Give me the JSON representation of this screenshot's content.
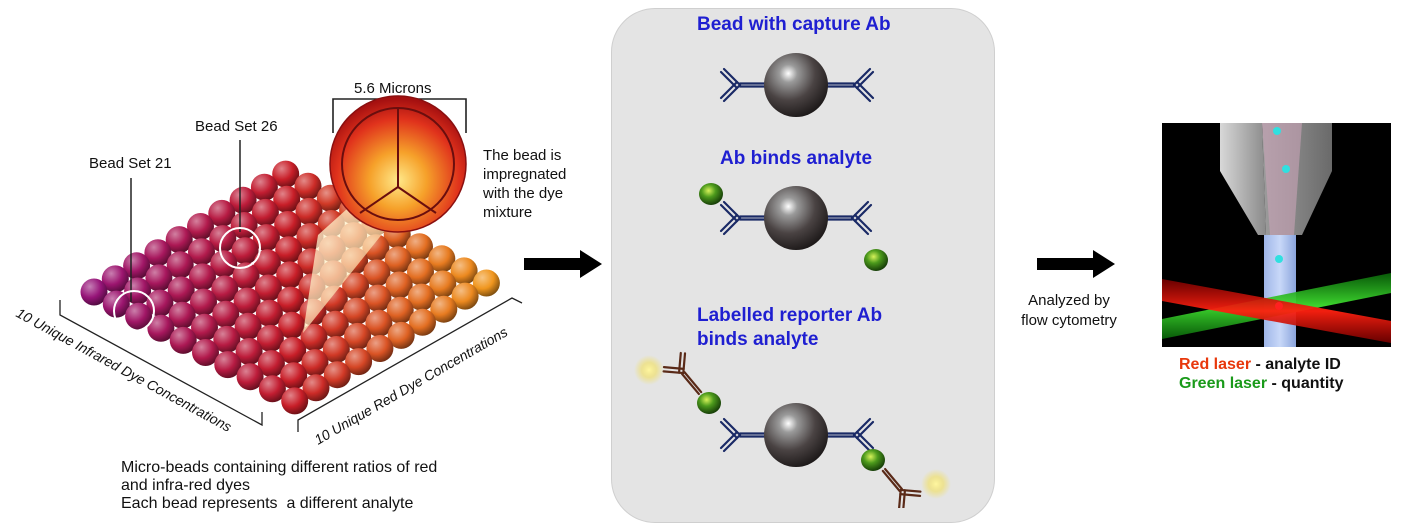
{
  "bead_array": {
    "label_bead_set_21": "Bead Set 21",
    "label_bead_set_26": "Bead Set 26",
    "label_size": "5.6 Microns",
    "impregnated_text": [
      "The bead is",
      "impregnated",
      "with the dye",
      "mixture"
    ],
    "axis_infrared": "10 Unique Infrared Dye Concentrations",
    "axis_red": "10 Unique Red Dye Concentrations",
    "caption_lines": [
      "Micro-beads containing different ratios of red",
      "and infra-red dyes",
      "Each bead represents  a different analyte"
    ]
  },
  "assay_panel": {
    "step1": "Bead with capture Ab",
    "step2": "Ab binds analyte",
    "step3_line1": "Labelled reporter Ab",
    "step3_line2": "binds analyte"
  },
  "cytometry": {
    "analyzed_line1": "Analyzed by",
    "analyzed_line2": "flow cytometry",
    "legend_red_name": "Red laser",
    "legend_red_desc": " - analyte ID",
    "legend_green_name": "Green laser",
    "legend_green_desc": " - quantity"
  },
  "colors": {
    "label_blue": "#1f1fd1",
    "red_laser": "#e8380c",
    "green_laser": "#1a9a1a",
    "panel_bg": "#e4e4e4"
  }
}
